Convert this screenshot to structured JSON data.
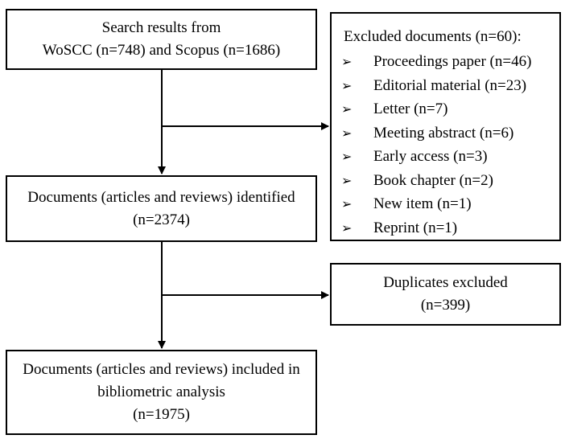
{
  "search": {
    "line1": "Search results from",
    "line2": "WoSCC (n=748) and Scopus (n=1686)"
  },
  "identified": {
    "line1": "Documents (articles and reviews) identified",
    "line2": "(n=2374)"
  },
  "included": {
    "line1": "Documents (articles and reviews) included in",
    "line2": "bibliometric analysis",
    "line3": "(n=1975)"
  },
  "excluded": {
    "title": "Excluded documents (n=60):",
    "items": [
      {
        "label": "Proceedings paper (n=46)"
      },
      {
        "label": "Editorial material (n=23)"
      },
      {
        "label": "Letter (n=7)"
      },
      {
        "label": "Meeting abstract (n=6)"
      },
      {
        "label": "Early access (n=3)"
      },
      {
        "label": "Book chapter (n=2)"
      },
      {
        "label": "New item (n=1)"
      },
      {
        "label": "Reprint (n=1)"
      }
    ],
    "bullet_icon": "arrow-bullet-icon"
  },
  "duplicates": {
    "line1": "Duplicates excluded",
    "line2": "(n=399)"
  },
  "colors": {
    "stroke": "#000000",
    "background": "#ffffff"
  }
}
